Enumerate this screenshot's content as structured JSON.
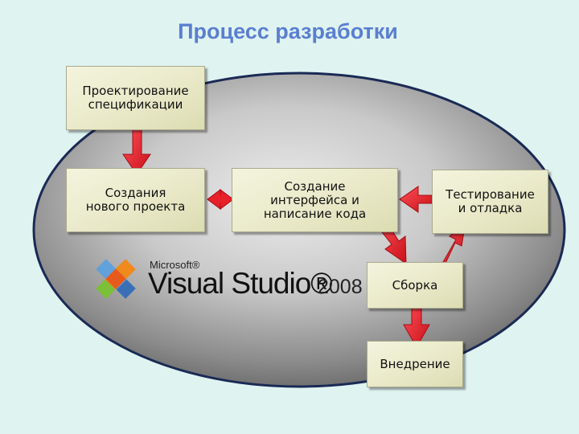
{
  "title": "Процесс разработки",
  "boxes": {
    "spec": "Проектирование\nспецификации",
    "create": "Создания\nнового проекта",
    "interface": "Создание\nинтерфейса и\nнаписание кода",
    "test": "Тестирование\nи отладка",
    "build": "Сборка",
    "deploy": "Внедрение"
  },
  "logo": {
    "brand": "Microsoft®",
    "product": "Visual Studio®",
    "version": "2008"
  },
  "colors": {
    "background": "#dff3f1",
    "title": "#5a7fd0",
    "arrow": "#e8202a",
    "box": "#ececcc"
  }
}
